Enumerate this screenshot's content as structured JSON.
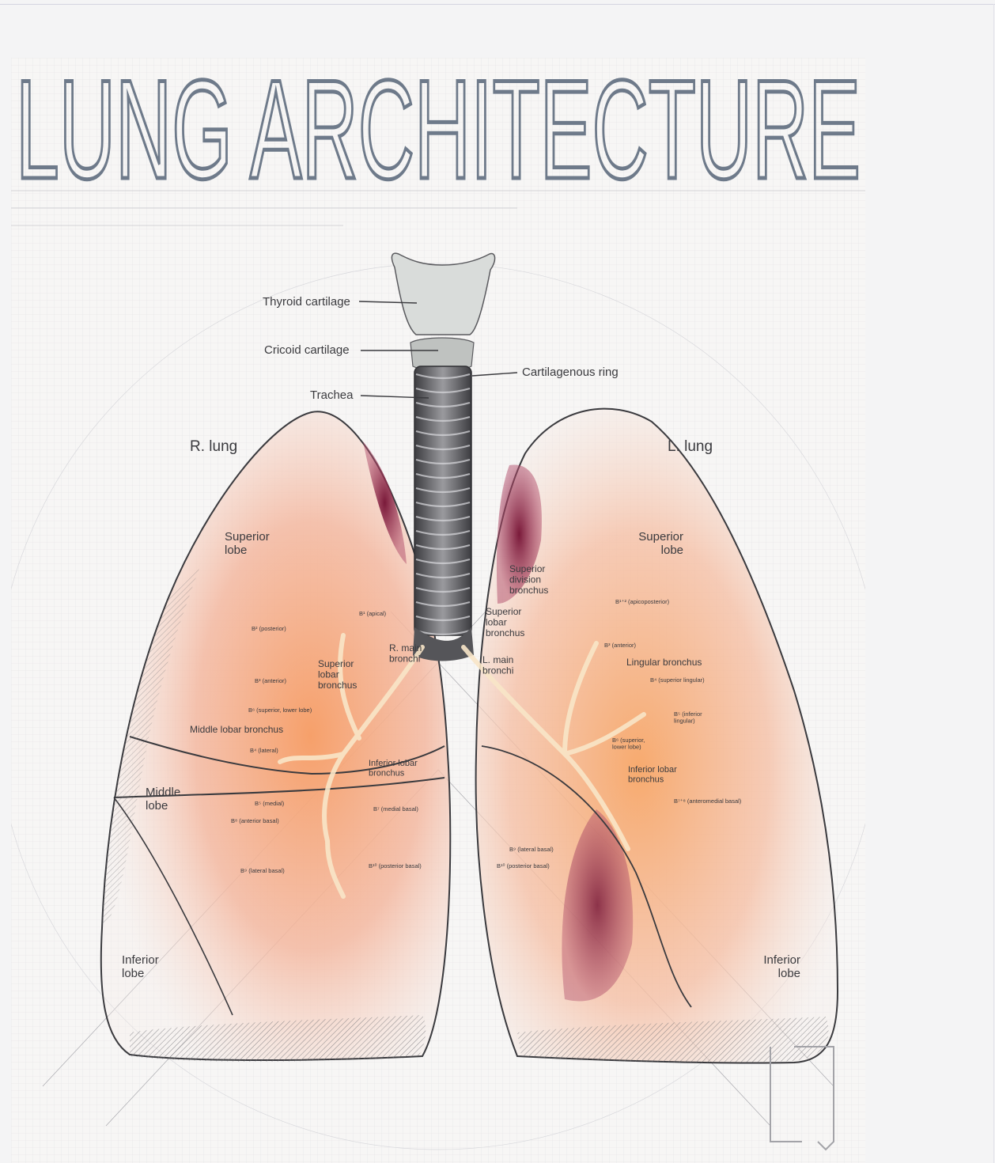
{
  "title": "LUNG ARCHITECTURE",
  "colors": {
    "title": "#6e7a8a",
    "lung_pink": "#f2a48a",
    "lung_orange": "#f7b277",
    "lung_dark": "#8c1f3a",
    "trachea": "#4a4a4e",
    "text": "#3a3a3e"
  },
  "labels": {
    "thyroid_cartilage": "Thyroid cartilage",
    "cricoid_cartilage": "Cricoid cartilage",
    "trachea": "Trachea",
    "cartilagenous_ring": "Cartilagenous ring",
    "r_lung": "R. lung",
    "l_lung": "L. lung",
    "r_superior_lobe": [
      "Superior",
      "lobe"
    ],
    "l_superior_lobe": [
      "Superior",
      "lobe"
    ],
    "r_middle_lobe": [
      "Middle",
      "lobe"
    ],
    "r_inferior_lobe": [
      "Inferior",
      "lobe"
    ],
    "l_inferior_lobe": [
      "Inferior",
      "lobe"
    ],
    "r_main_bronchi": [
      "R. main",
      "bronchi"
    ],
    "l_main_bronchi": [
      "L. main",
      "bronchi"
    ],
    "r_superior_lobar_bronchus": [
      "Superior",
      "lobar",
      "bronchus"
    ],
    "l_superior_lobar_bronchus": [
      "Superior",
      "lobar",
      "bronchus"
    ],
    "superior_division_bronchus": [
      "Superior",
      "division",
      "bronchus"
    ],
    "middle_lobar_bronchus": "Middle lobar bronchus",
    "r_inferior_lobar_bronchus": [
      "Inferior lobar",
      "bronchus"
    ],
    "l_inferior_lobar_bronchus": [
      "Inferior lobar",
      "bronchus"
    ],
    "lingular_bronchus": "Lingular bronchus",
    "r_segments": {
      "b1": "B¹ (apical)",
      "b2": "B² (posterior)",
      "b3": "B³ (anterior)",
      "b6": "B⁶ (superior, lower lobe)",
      "b4": "B⁴ (lateral)",
      "b5": "B⁵ (medial)",
      "b7": "B⁷ (medial basal)",
      "b8": "B⁸ (anterior basal)",
      "b10": "B¹⁰ (posterior basal)",
      "b9": "B⁹ (lateral basal)"
    },
    "l_segments": {
      "b12": "B¹⁺² (apicoposterior)",
      "b3": "B³ (anterior)",
      "b4": "B⁴ (superior lingular)",
      "b5": [
        "B⁵ (inferior",
        "lingular)"
      ],
      "b6": [
        "B⁶ (superior,",
        "lower lobe)"
      ],
      "b78": "B⁷⁺⁸ (anteromedial basal)",
      "b9": "B⁹ (lateral basal)",
      "b10": "B¹⁰ (posterior basal)"
    }
  }
}
